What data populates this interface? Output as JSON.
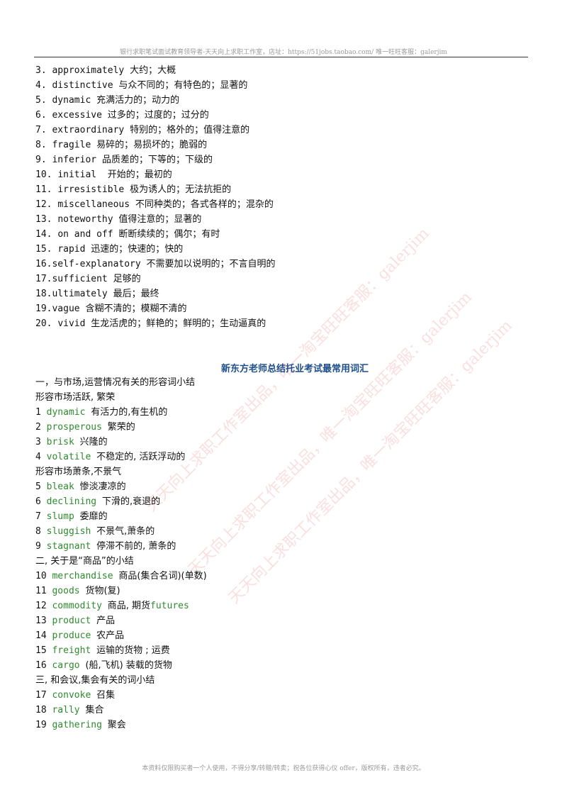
{
  "header": {
    "text": "银行求职笔试面试教育领导者-天天向上求职工作室，店址：https://51jobs.taobao.com/ 唯一旺旺客服：galerjim"
  },
  "footer": {
    "text": "本资料仅限购买者一个人使用，不得分享/转赠/转卖；祝各位获得心仪 offer，版权所有，违者必究。"
  },
  "watermark": {
    "text": "天天向上求职工作室出品，唯一淘宝旺旺客服：galerjim"
  },
  "vocab_list": [
    {
      "num": "3.",
      "en": "approximately",
      "zh": "大约；大概"
    },
    {
      "num": "4.",
      "en": "distinctive",
      "zh": "与众不同的；有特色的；显著的"
    },
    {
      "num": "5.",
      "en": "dynamic",
      "zh": "充满活力的；动力的"
    },
    {
      "num": "6.",
      "en": "excessive",
      "zh": "过多的；过度的；过分的"
    },
    {
      "num": "7.",
      "en": "extraordinary",
      "zh": "特别的；格外的；值得注意的"
    },
    {
      "num": "8.",
      "en": "fragile",
      "zh": "易碎的；易损坏的；脆弱的"
    },
    {
      "num": "9.",
      "en": "inferior",
      "zh": "品质差的；下等的；下级的"
    },
    {
      "num": "10.",
      "en": "initial ",
      "zh": "开始的；最初的"
    },
    {
      "num": "11.",
      "en": "irresistible",
      "zh": "极为诱人的；无法抗拒的"
    },
    {
      "num": "12.",
      "en": "miscellaneous",
      "zh": "不同种类的；各式各样的；混杂的"
    },
    {
      "num": "13.",
      "en": "noteworthy",
      "zh": "值得注意的；显著的"
    },
    {
      "num": "14.",
      "en": "on and off",
      "zh": "断断续续的；偶尔；有时"
    },
    {
      "num": "15.",
      "en": "rapid",
      "zh": "迅速的；快速的；快的"
    },
    {
      "num": "16.",
      "en": "self-explanatory",
      "zh": "不需要加以说明的；不言自明的"
    },
    {
      "num": "17.",
      "en": "sufficient",
      "zh": "足够的"
    },
    {
      "num": "18.",
      "en": "ultimately",
      "zh": "最后；最终"
    },
    {
      "num": "19.",
      "en": "vague",
      "zh": "含糊不清的；模糊不清的"
    },
    {
      "num": "20.",
      "en": "vivid",
      "zh": "生龙活虎的；鲜艳的；鲜明的；生动逼真的"
    }
  ],
  "section_title": "新东方老师总结托业考试最常用词汇",
  "lines": [
    {
      "zh": "一，与市场,运营情况有关的形容词小结"
    },
    {
      "zh": "形容市场活跃, 繁荣"
    },
    {
      "num": "1",
      "en": "dynamic",
      "zh": "有活力的,有生机的"
    },
    {
      "num": "2",
      "en": "prosperous",
      "zh": "繁荣的"
    },
    {
      "num": "3",
      "en": "brisk",
      "zh": "兴隆的"
    },
    {
      "num": "4",
      "en": "volatile",
      "zh": "不稳定的, 活跃浮动的"
    },
    {
      "zh": "形容市场萧条,不景气"
    },
    {
      "num": "5",
      "en": "bleak",
      "zh": "惨淡凄凉的"
    },
    {
      "num": "6",
      "en": "declining",
      "zh": "下滑的,衰退的"
    },
    {
      "num": "7",
      "en": "slump",
      "zh": "委靡的"
    },
    {
      "num": "8",
      "en": "sluggish",
      "zh": "不景气,萧条的"
    },
    {
      "num": "9",
      "en": "stagnant",
      "zh": "停滞不前的, 萧条的"
    },
    {
      "zh": "二, 关于是“商品”的小结"
    },
    {
      "num": "10",
      "en": "merchandise",
      "zh": "商品(集合名词)(单数)"
    },
    {
      "num": "11",
      "en": "goods",
      "zh": "货物(复)"
    },
    {
      "num": "12",
      "en": "commodity",
      "zh": "商品, 期货",
      "en2": "futures"
    },
    {
      "num": "13",
      "en": "product",
      "zh": "产品"
    },
    {
      "num": "14",
      "en": "produce",
      "zh": "农产品"
    },
    {
      "num": "15",
      "en": "freight",
      "zh": "运输的货物 ; 运费"
    },
    {
      "num": "16",
      "en": "cargo",
      "zh": "(船,飞机) 装载的货物"
    },
    {
      "zh": "三, 和会议,集会有关的词小结"
    },
    {
      "num": "17",
      "en": "convoke",
      "zh": "召集"
    },
    {
      "num": "18",
      "en": "rally",
      "zh": "集合"
    },
    {
      "num": "19",
      "en": "gathering",
      "zh": "聚会"
    }
  ]
}
